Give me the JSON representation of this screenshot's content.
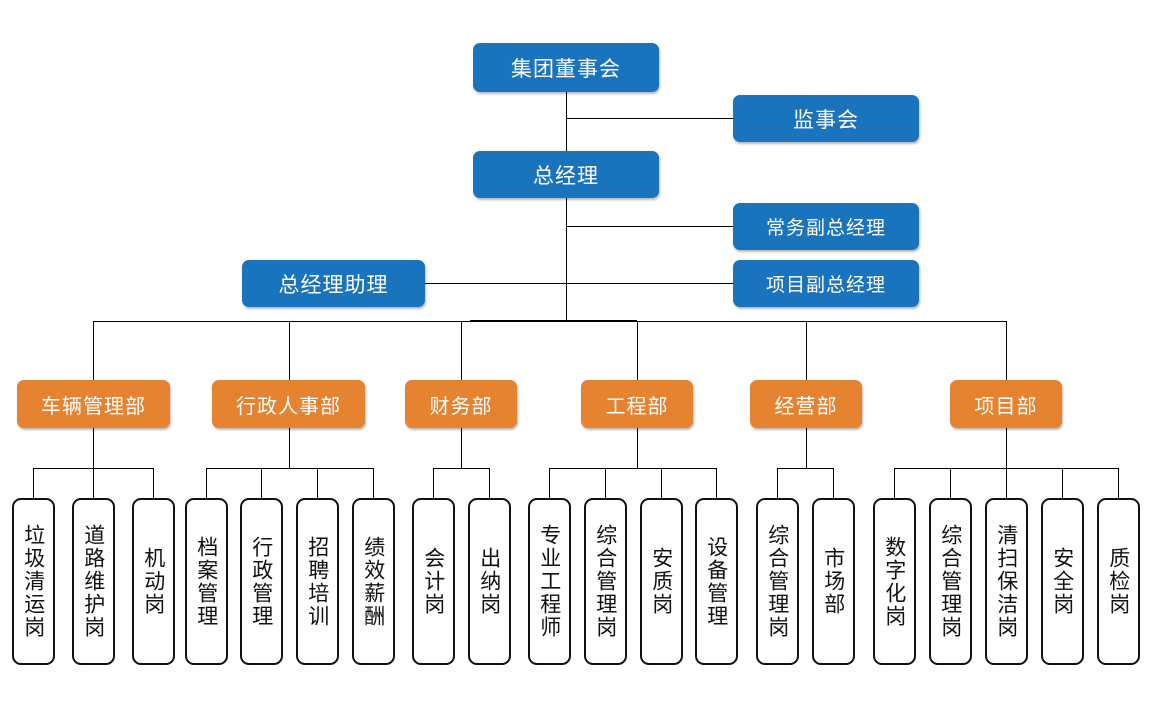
{
  "diagram": {
    "title_nodes": {
      "board": "集团董事会",
      "supervisory": "监事会",
      "general_manager": "总经理",
      "exec_vice_gm": "常务副总经理",
      "project_vice_gm": "项目副总经理",
      "gm_assistant": "总经理助理"
    },
    "colors": {
      "blue": "#1973BD",
      "orange": "#E58330",
      "line": "#000000",
      "leaf_border": "#111111",
      "background": "#FFFFFF",
      "node_text": "#FFFFFF",
      "leaf_text": "#111111"
    },
    "departments": [
      {
        "name": "车辆管理部",
        "children": [
          "垃圾清运岗",
          "道路维护岗",
          "机动岗"
        ]
      },
      {
        "name": "行政人事部",
        "children": [
          "档案管理",
          "行政管理",
          "招聘培训",
          "绩效薪酬"
        ]
      },
      {
        "name": "财务部",
        "children": [
          "会计岗",
          "出纳岗"
        ]
      },
      {
        "name": "工程部",
        "children": [
          "专业工程师",
          "综合管理岗",
          "安质岗",
          "设备管理"
        ]
      },
      {
        "name": "经营部",
        "children": [
          "综合管理岗",
          "市场部"
        ]
      },
      {
        "name": "项目部",
        "children": [
          "数字化岗",
          "综合管理岗",
          "清扫保洁岗",
          "安全岗",
          "质检岗"
        ]
      }
    ]
  }
}
